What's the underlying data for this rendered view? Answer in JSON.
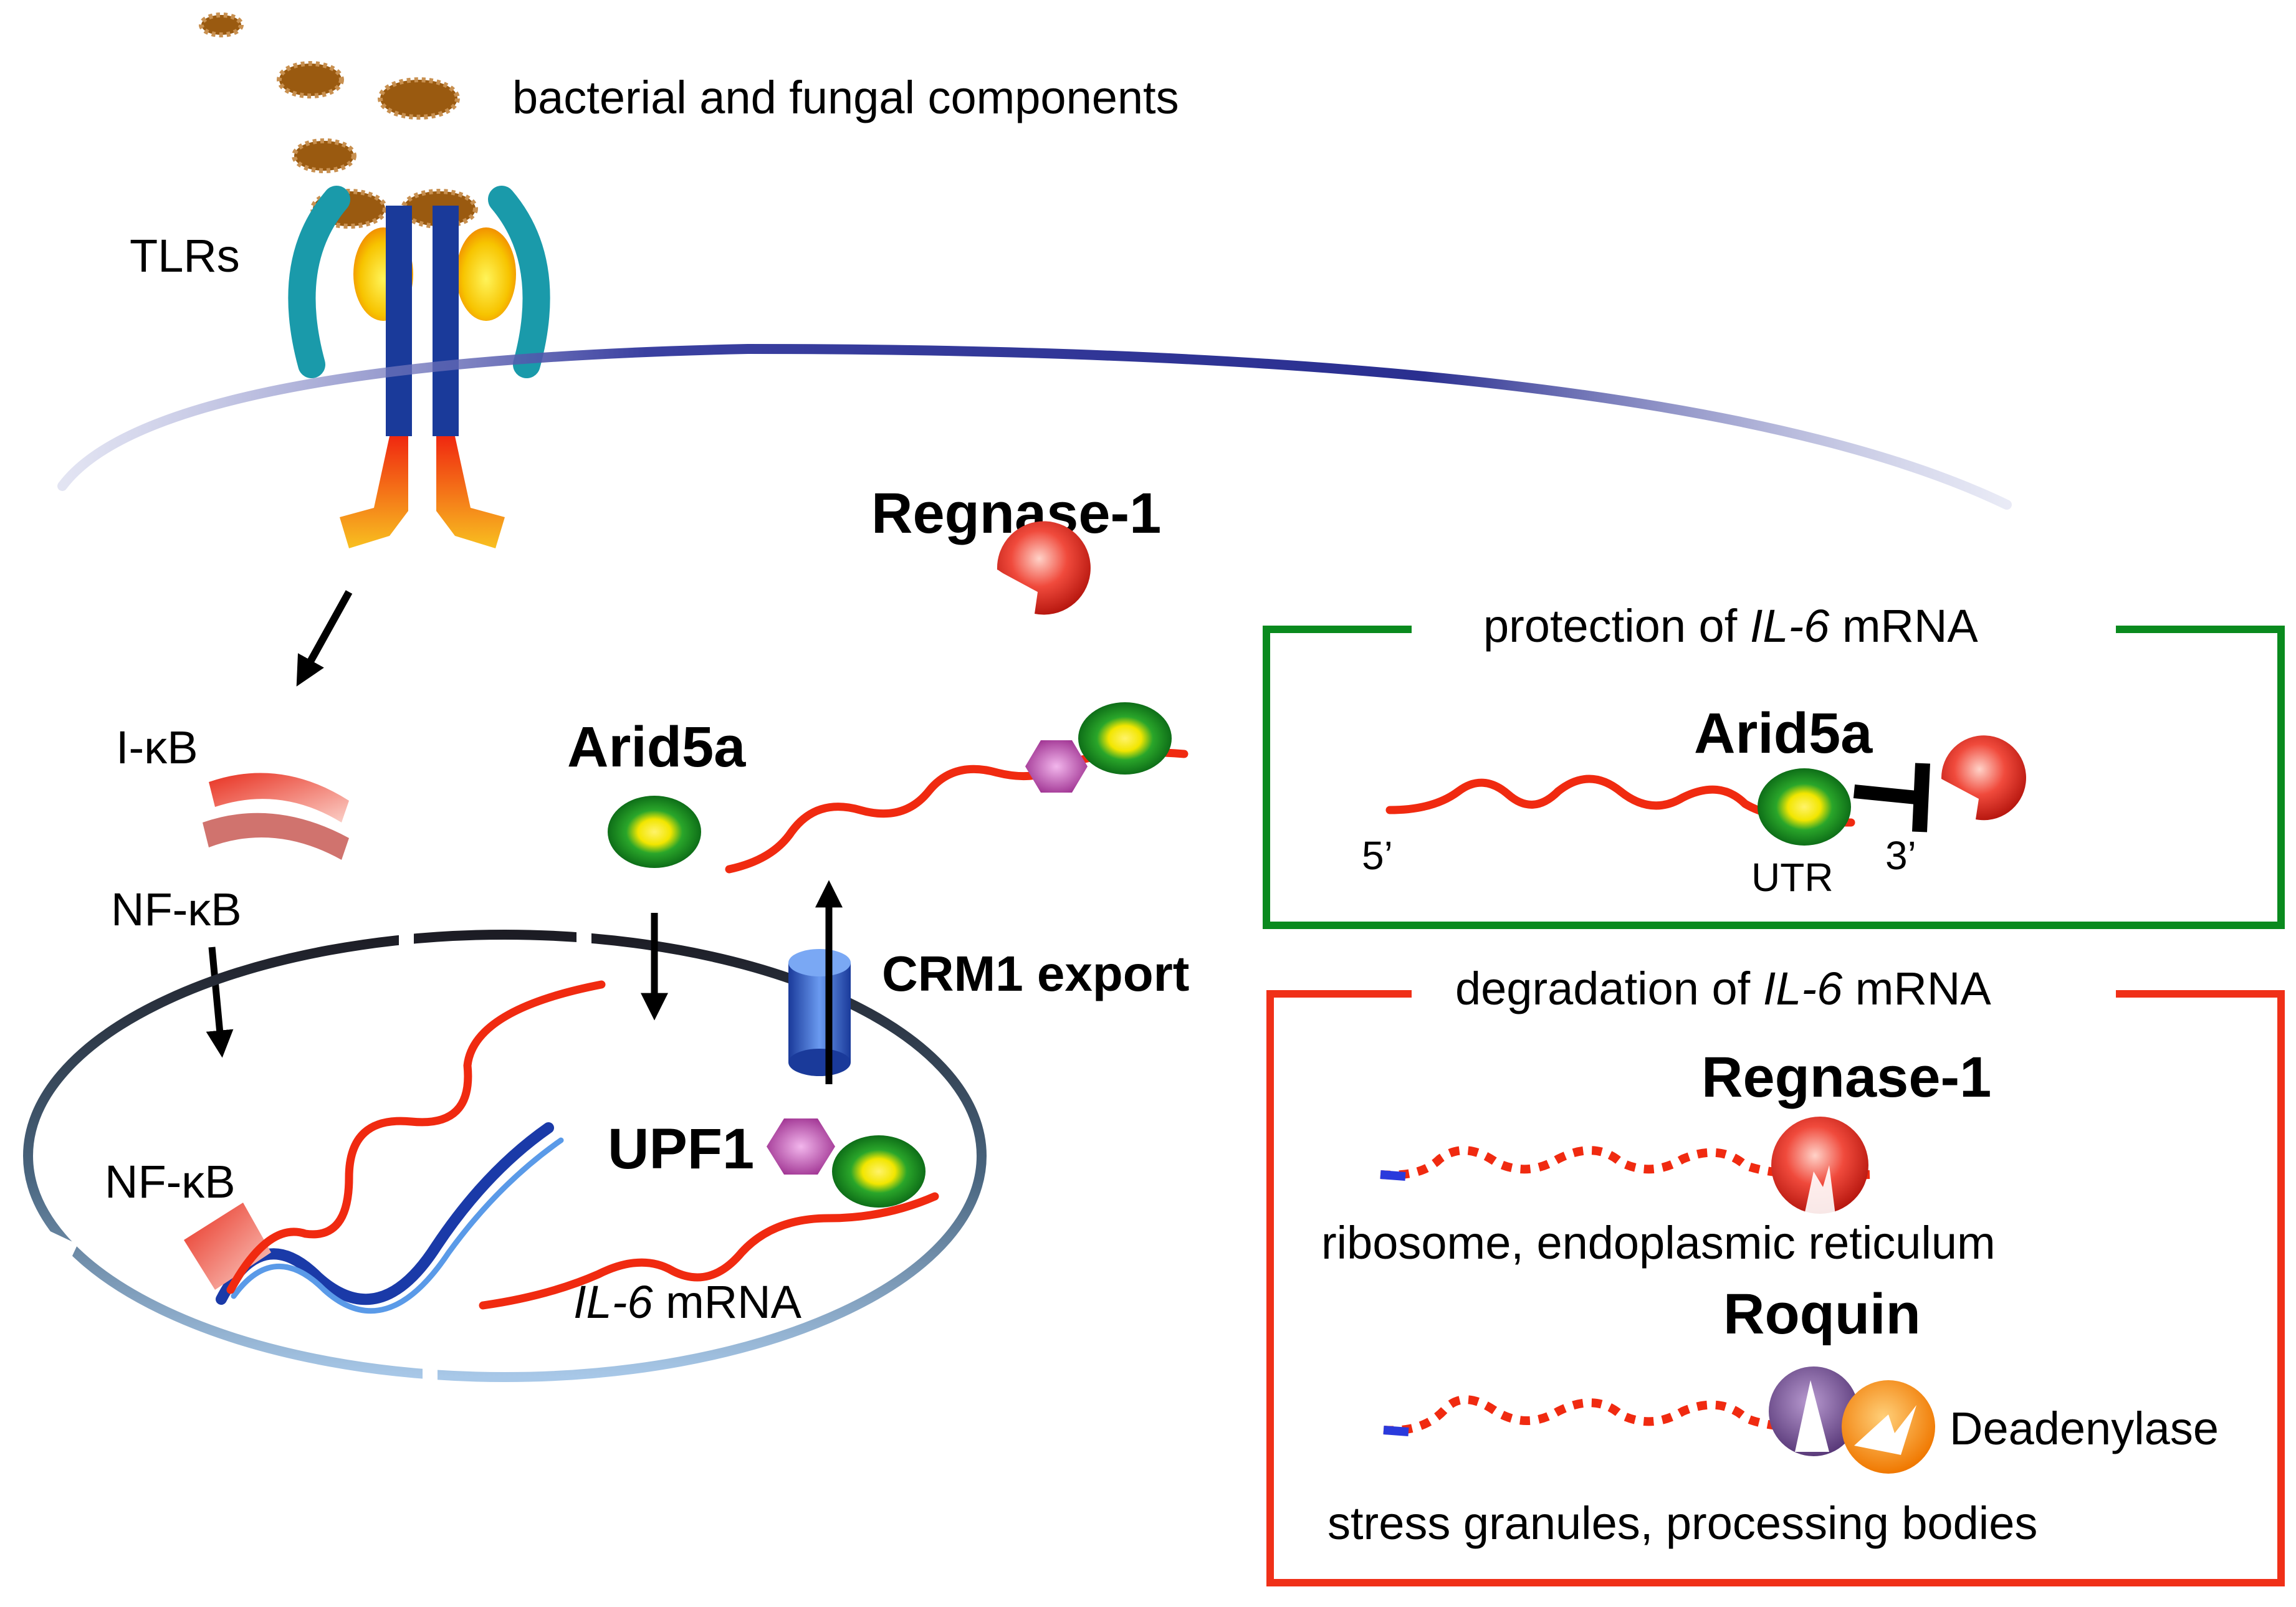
{
  "labels": {
    "bacterial": "bacterial and fungal components",
    "tlrs": "TLRs",
    "regnase_top": "Regnase-1",
    "ikb": "I-κB",
    "nfkb_cyto": "NF-κB",
    "nfkb_nuc": "NF-κB",
    "arid5a_left": "Arid5a",
    "crm1": "CRM1 export",
    "upf1": "UPF1",
    "il6_italic": "IL-6",
    "mrna_suffix": " mRNA"
  },
  "protection_box": {
    "title_prefix": "protection of ",
    "title_italic": "IL-6",
    "title_suffix": " mRNA",
    "arid5a": "Arid5a",
    "five_prime": "5’",
    "three_prime": "3’",
    "utr": "UTR",
    "color": "#0a8a1e"
  },
  "degradation_box": {
    "title_prefix": "degradation of ",
    "title_italic": "IL-6",
    "title_suffix": " mRNA",
    "regnase": "Regnase-1",
    "regnase_location": "ribosome, endoplasmic reticulum",
    "roquin": "Roquin",
    "deadenylase": "Deadenylase",
    "roquin_location": "stress granules, processing bodies",
    "color": "#f03018"
  },
  "colors": {
    "mrna": "#f02a10",
    "arid5a": "#1f9a1f",
    "upf1": "#b0339c",
    "regnase": "#e8302a",
    "membrane": "#2a2f90",
    "dna": "#1a3aa8"
  },
  "icons": [
    "bacterium-icon",
    "tlr-receptor-icon",
    "regnase-pacman-icon",
    "arid5a-protein-icon",
    "upf1-hexagon-icon",
    "crm1-channel-icon",
    "ikb-protein-icon",
    "roquin-pacman-icon",
    "deadenylase-pacman-icon"
  ]
}
